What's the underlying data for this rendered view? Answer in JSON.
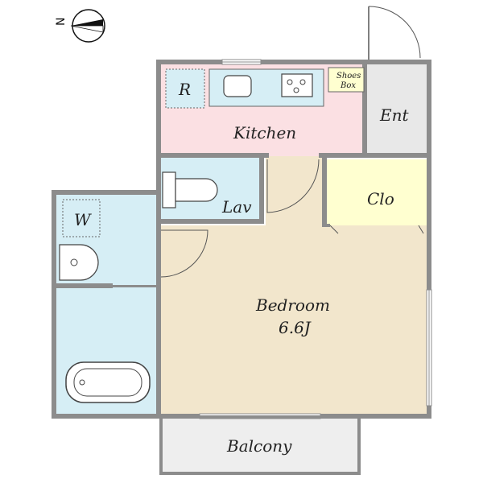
{
  "compass": {
    "north_label": "N"
  },
  "rooms": {
    "refrigerator": {
      "label": "R"
    },
    "kitchen": {
      "label": "Kitchen"
    },
    "shoes_box": {
      "line1": "Shoes",
      "line2": "Box"
    },
    "entrance": {
      "label": "Ent"
    },
    "lavatory": {
      "label": "Lav"
    },
    "closet": {
      "label": "Clo"
    },
    "washer": {
      "label": "W"
    },
    "bedroom": {
      "label": "Bedroom",
      "size": "6.6J"
    },
    "balcony": {
      "label": "Balcony"
    }
  },
  "colors": {
    "wall": "#8c8c8c",
    "kitchen": "#fbe0e3",
    "bath": "#d6eef5",
    "bedroom": "#f2e6cc",
    "closet": "#ffffd0",
    "entrance": "#e8e8e8",
    "balcony": "#eeeeee"
  }
}
